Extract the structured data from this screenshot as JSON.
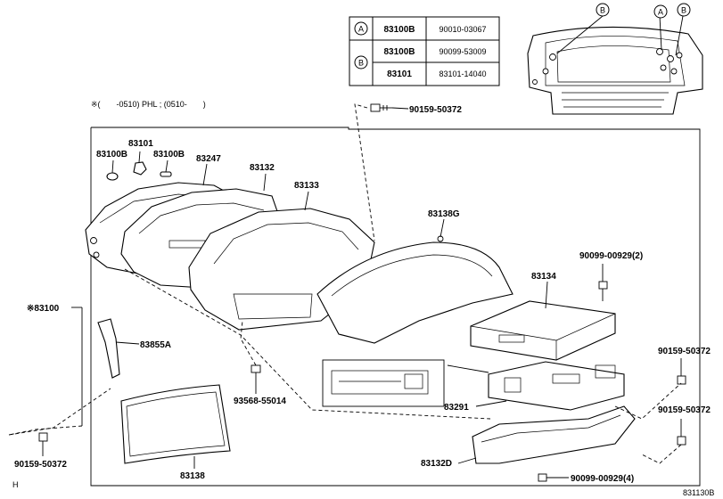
{
  "note": "※(　　-0510) PHL ; (0510-　　)",
  "table": {
    "rows": [
      {
        "circle": "A",
        "code": "83100B",
        "part": "90010-03067"
      },
      {
        "circle": "",
        "code": "83100B",
        "part": "90099-53009"
      },
      {
        "circle": "B",
        "code": "83101",
        "part": "83101-14040"
      }
    ]
  },
  "callouts": {
    "b_left": "B",
    "a_right": "A",
    "b_right": "B"
  },
  "labels": {
    "p83101": "83101",
    "p83100B_a": "83100B",
    "p83100B_b": "83100B",
    "p83247": "83247",
    "p83132": "83132",
    "p83133": "83133",
    "p83138G": "83138G",
    "p90099_00929_2": "90099-00929(2)",
    "p83134": "83134",
    "p83100": "※83100",
    "p83855A": "83855A",
    "p90159_50372_top": "90159-50372",
    "p90159_50372_r1": "90159-50372",
    "p90159_50372_r2": "90159-50372",
    "p93568_55014": "93568-55014",
    "p83291": "83291",
    "p90159_50372_left": "90159-50372",
    "p83138": "83138",
    "p83132D": "83132D",
    "p90099_00929_4": "90099-00929(4)"
  },
  "corner_left": "H",
  "corner_right": "831130B"
}
